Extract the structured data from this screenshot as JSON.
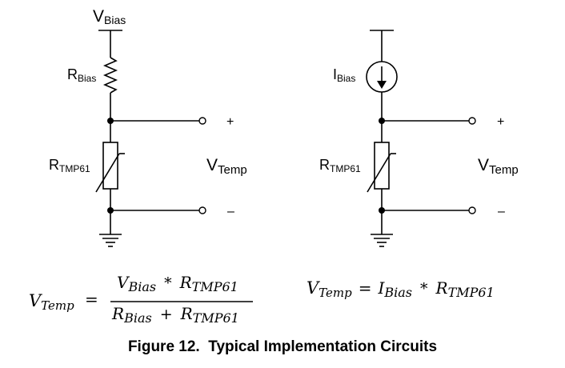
{
  "left_circuit": {
    "vbias_label": {
      "main": "V",
      "sub": "Bias"
    },
    "rbias_label": {
      "main": "R",
      "sub": "Bias"
    },
    "rtmp_label": {
      "main": "R",
      "sub": "TMP61"
    },
    "vtemp_label": {
      "main": "V",
      "sub": "Temp"
    },
    "plus": "+",
    "minus": "–"
  },
  "right_circuit": {
    "ibias_label": {
      "main": "I",
      "sub": "Bias"
    },
    "rtmp_label": {
      "main": "R",
      "sub": "TMP61"
    },
    "vtemp_label": {
      "main": "V",
      "sub": "Temp"
    },
    "plus": "+",
    "minus": "–"
  },
  "equations": {
    "left": {
      "lhs": {
        "main": "V",
        "sub": "Temp"
      },
      "equals": "=",
      "numerator": {
        "a_main": "V",
        "a_sub": "Bias",
        "op": "*",
        "b_main": "R",
        "b_sub": "TMP61"
      },
      "denominator": {
        "a_main": "R",
        "a_sub": "Bias",
        "op": "+",
        "b_main": "R",
        "b_sub": "TMP61"
      }
    },
    "right": {
      "lhs": {
        "main": "V",
        "sub": "Temp"
      },
      "equals": "=",
      "a_main": "I",
      "a_sub": "Bias",
      "op": "*",
      "b_main": "R",
      "b_sub": "TMP61"
    }
  },
  "caption": "Figure 12.  Typical Implementation Circuits"
}
